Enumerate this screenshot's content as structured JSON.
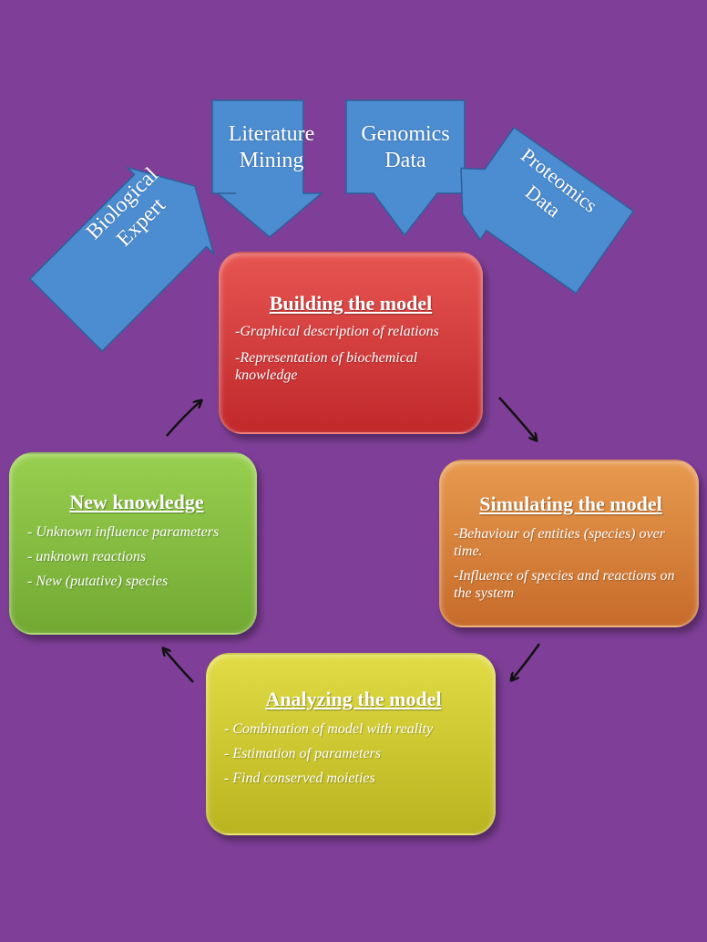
{
  "colors": {
    "background": "#7f3f98",
    "source_arrow": "#4c8cd0",
    "building": "#d23b3a",
    "simulating": "#da833e",
    "analyzing": "#cdc830",
    "new_knowledge": "#86bd43"
  },
  "sources": [
    {
      "id": "biological-expert",
      "lines": [
        "Biological",
        "Expert"
      ]
    },
    {
      "id": "literature-mining",
      "lines": [
        "Literature",
        "Mining"
      ]
    },
    {
      "id": "genomics-data",
      "lines": [
        "Genomics",
        "Data"
      ]
    },
    {
      "id": "proteomics-data",
      "lines": [
        "Proteomics",
        "Data"
      ]
    }
  ],
  "stages": {
    "building": {
      "title": "Building the model",
      "points": [
        "-Graphical description of relations",
        "-Representation of biochemical knowledge"
      ]
    },
    "simulating": {
      "title": "Simulating the model",
      "points": [
        "-Behaviour of entities (species) over time.",
        "-Influence of species and reactions on the system"
      ]
    },
    "analyzing": {
      "title": "Analyzing the model",
      "points": [
        "- Combination of model with reality",
        "- Estimation of parameters",
        "- Find conserved moieties"
      ]
    },
    "new_knowledge": {
      "title": "New knowledge",
      "points": [
        "- Unknown influence parameters",
        "- unknown reactions",
        "- New (putative) species"
      ]
    }
  }
}
